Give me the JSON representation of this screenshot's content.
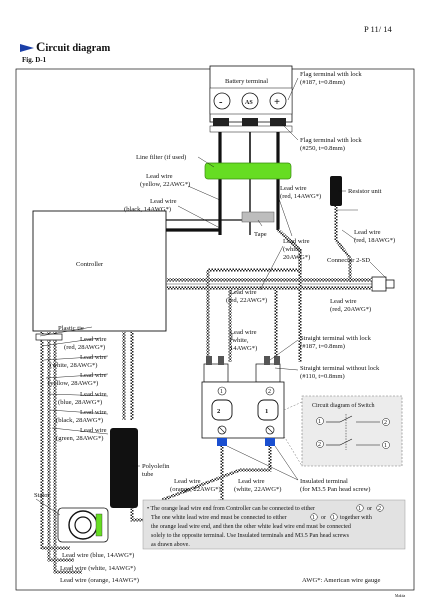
{
  "page": {
    "number": "P 11/ 14"
  },
  "heading": {
    "title_initial": "C",
    "title_rest": "ircuit diagram",
    "figure": "Fig. D-1"
  },
  "battery": {
    "label": "Battery terminal",
    "terminals": [
      "-",
      "AS",
      "+"
    ]
  },
  "callouts": {
    "flag_lock_187": [
      "Flag terminal with lock",
      "(#187, t=0.8mm)"
    ],
    "flag_lock_250": [
      "Flag terminal with lock",
      "(#250, t=0.8mm)"
    ],
    "line_filter": "Line filter (if used)",
    "lead_yellow": [
      "Lead wire",
      "(yellow, 22AWG*)"
    ],
    "lead_black14": [
      "Lead wire",
      "(black, 14AWG*)"
    ],
    "lead_red14": [
      "Lead wire",
      "(red, 14AWG*)"
    ],
    "tape": "Tape",
    "resistor": "Resistor unit",
    "lead_red18": [
      "Lead wire",
      "(red, 18AWG*)"
    ],
    "lead_white20": [
      "Lead wire",
      "(white,",
      "20AWG*)"
    ],
    "connector": "Connector 2-SD",
    "lead_red20": [
      "Lead wire",
      "(red, 20AWG*)"
    ],
    "lead_red22": [
      "Lead wire",
      "(red, 22AWG*)"
    ],
    "lead_white14": [
      "Lead wire",
      "(white,",
      "14AWG*)"
    ],
    "straight_lock": [
      "Straight terminal with lock",
      "(#187, t=0.8mm)"
    ],
    "straight_nolock": [
      "Straight terminal without lock",
      "(#110, t=0.8mm)"
    ],
    "plastic_tie": "Plastic tie",
    "lead_red28": [
      "Lead wire",
      "(red, 28AWG*)"
    ],
    "lead_white28": [
      "Lead wire",
      "(white, 28AWG*)"
    ],
    "lead_yellow28": [
      "Lead wire",
      "(yellow, 28AWG*)"
    ],
    "lead_blue28": [
      "Lead wire",
      "(blue, 28AWG*)"
    ],
    "lead_black28": [
      "Lead wire",
      "(black, 28AWG*)"
    ],
    "lead_green28": [
      "Lead wire",
      "(green, 28AWG*)"
    ],
    "polyolefin": [
      "Polyolefin",
      "tube"
    ],
    "insulated": [
      "Insulated terminal",
      "(for M3.5 Pan head screw)"
    ],
    "lead_orange22": [
      "Lead wire",
      "(orange, 22AWG*)"
    ],
    "lead_white22": [
      "Lead wire",
      "(white, 22AWG*)"
    ],
    "stator": "Stator",
    "lead_blue14": "Lead wire (blue, 14AWG*)",
    "lead_white14b": "Lead wire (white, 14AWG*)",
    "lead_orange14": "Lead wire (orange, 14AWG*)"
  },
  "controller": {
    "label": "Controller"
  },
  "switch": {
    "body_labels": [
      "1",
      "2",
      "2",
      "1"
    ],
    "inset_title": "Circuit diagram of Switch",
    "inset_numbers": [
      "1",
      "2",
      "2",
      "1"
    ]
  },
  "note": {
    "lines": [
      "• The orange lead wire end from Controller can be connected to either",
      "The one white lead wire end must be connected to either",
      "the orange lead wire end, and then the other white lead wire end must be connected",
      "solely to the opposite terminal. Use Insulated terminals and M3.5 Pan head screws",
      "as drawn above."
    ],
    "or": "or",
    "together": "together with",
    "marks": [
      "1",
      "1",
      "2",
      "1"
    ]
  },
  "footer": {
    "awg_note": "AWG*: American wire gauge",
    "stamp": "Makita"
  },
  "colors": {
    "filter_green": "#66dd22",
    "tube_black": "#111111",
    "terminal_blue": "#1a4fd0",
    "arrow_blue": "#1b3fa8",
    "note_bg": "#e2e2e2",
    "inset_bg": "#ececec"
  }
}
